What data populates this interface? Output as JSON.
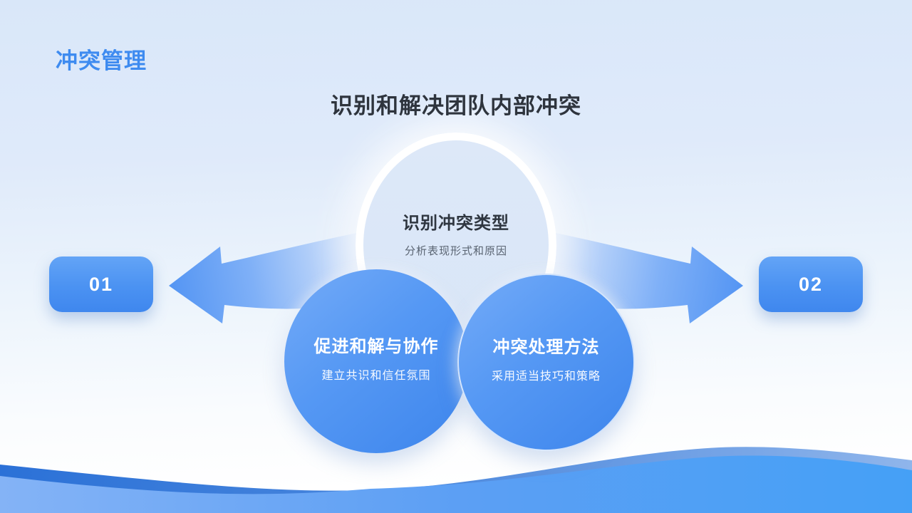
{
  "slide": {
    "title": "冲突管理",
    "heading": "识别和解决团队内部冲突"
  },
  "diagram": {
    "center": {
      "title": "识别冲突类型",
      "subtitle": "分析表现形式和原因"
    },
    "branches": [
      {
        "side": "left",
        "badge": "01",
        "title": "促进和解与协作",
        "subtitle": "建立共识和信任氛围"
      },
      {
        "side": "right",
        "badge": "02",
        "title": "冲突处理方法",
        "subtitle": "采用适当技巧和策略"
      }
    ]
  },
  "colors": {
    "accent_blue": "#3e8bf0",
    "heading_text": "#2e343d",
    "center_circle_fill": "#dce8f7",
    "node_circle_blue": "#4e94f3",
    "arrow_blue": "#5697f3",
    "wave_front_blue": "#45a0f6",
    "wave_back_blue": "#2b71d7",
    "background_top": "#d9e7f9"
  }
}
